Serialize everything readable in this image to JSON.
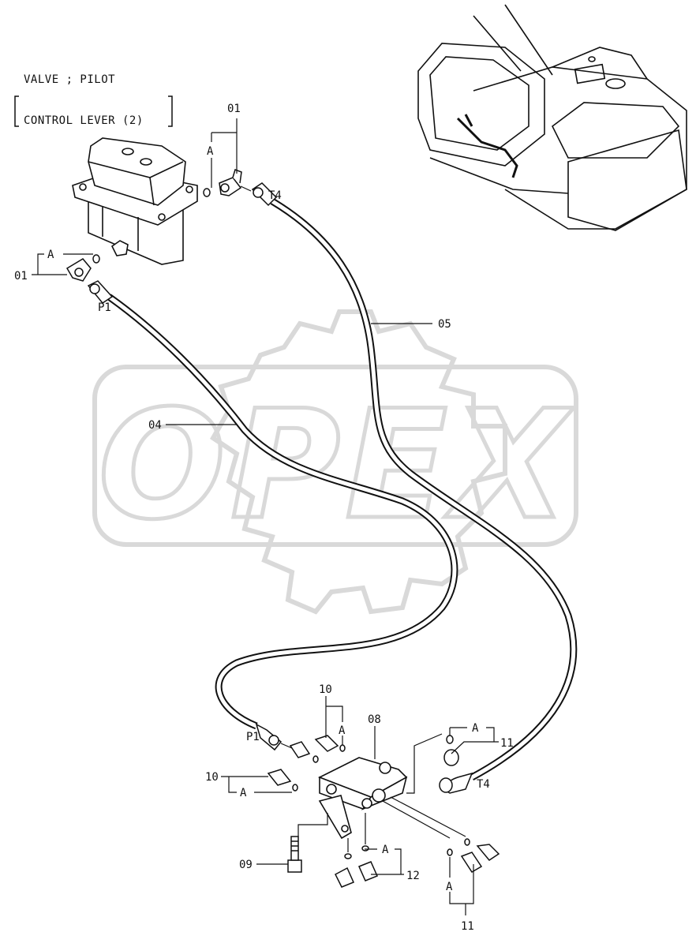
{
  "header": {
    "title_line1": "VALVE ; PILOT",
    "title_line2": "CONTROL  LEVER (2)"
  },
  "watermark": {
    "text": "OPEX",
    "color": "#d9d9d9"
  },
  "callouts": {
    "p01_top": "01",
    "p01_left": "01",
    "a_top": "A",
    "a_left": "A",
    "p05": "05",
    "p04": "04",
    "p10_top": "10",
    "a_10_top": "A",
    "p08": "08",
    "p10_left": "10",
    "a_10_left": "A",
    "a_11_top": "A",
    "p11_top": "11",
    "p09": "09",
    "a_12": "A",
    "p12": "12",
    "a_11_bottom": "A",
    "p11_bottom": "11"
  },
  "ports": {
    "t4_top": "T4",
    "p1_top": "P1",
    "p1_bottom": "P1",
    "t4_bottom": "T4"
  },
  "colors": {
    "line": "#111111",
    "background": "#ffffff",
    "watermark": "#d9d9d9"
  }
}
